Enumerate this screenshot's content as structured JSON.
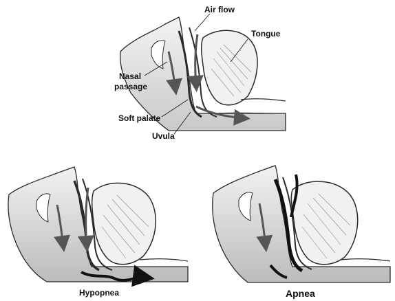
{
  "labels": {
    "air_flow": "Air flow",
    "tongue": "Tongue",
    "nasal_passage_line1": "Nasal",
    "nasal_passage_line2": "passage",
    "soft_palate": "Soft palate",
    "uvula": "Uvula"
  },
  "captions": {
    "hypopnea": "Hypopnea",
    "apnea": "Apnea"
  },
  "colors": {
    "outline": "#2a2a2a",
    "shade": "#d9d9d9",
    "shade_dark": "#bdbdbd",
    "flow_arrow": "#555555",
    "blocked_flow": "#111111",
    "background": "#ffffff"
  }
}
